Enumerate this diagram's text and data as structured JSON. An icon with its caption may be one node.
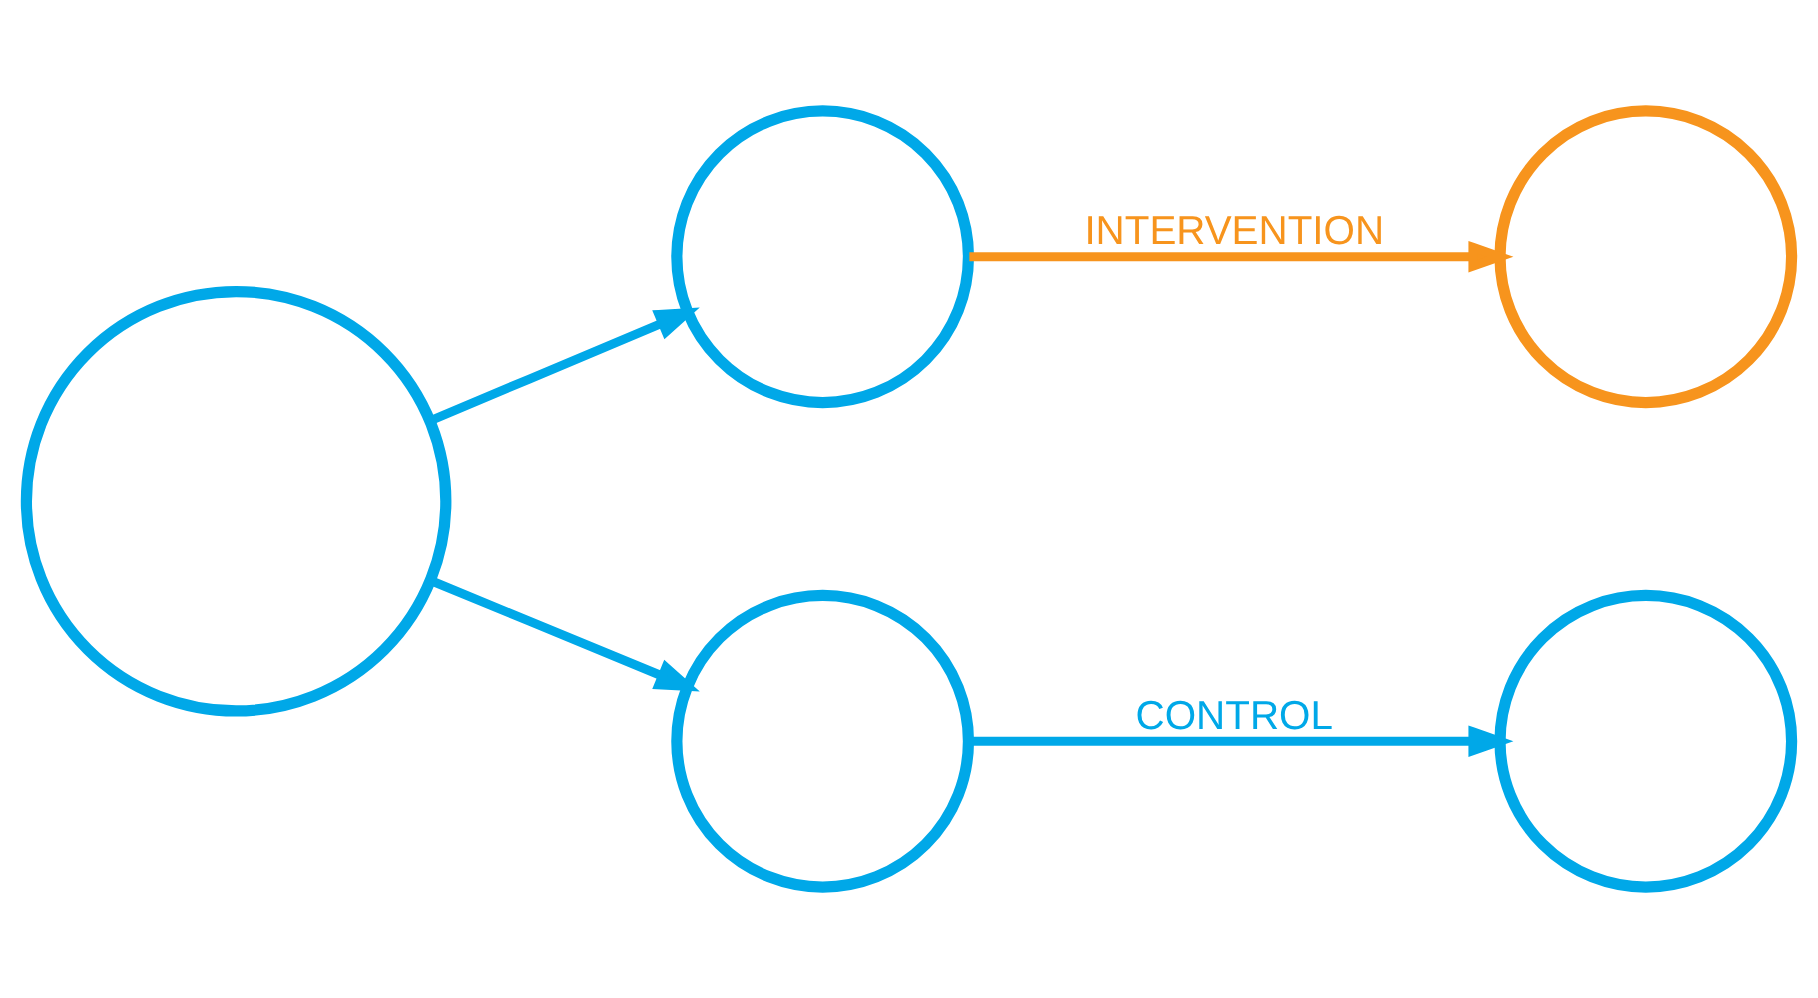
{
  "diagram": {
    "nodes": [
      {
        "text": [],
        "shape": "circle"
      },
      {
        "text": [],
        "shape": "circle"
      },
      {
        "text": [],
        "shape": "circle"
      },
      {
        "text": [],
        "shape": "circle"
      },
      {
        "text": [],
        "shape": "circle"
      }
    ],
    "edges": [
      {
        "from": 0,
        "to": 1,
        "arrow": "to"
      },
      {
        "from": 0,
        "to": 2,
        "arrow": "to"
      },
      {
        "from": 1,
        "to": 3,
        "arrow": "to",
        "label": "INTERVENTION",
        "color": "#f7941d"
      },
      {
        "from": 2,
        "to": 4,
        "arrow": "to",
        "label": "CONTROL"
      }
    ]
  }
}
